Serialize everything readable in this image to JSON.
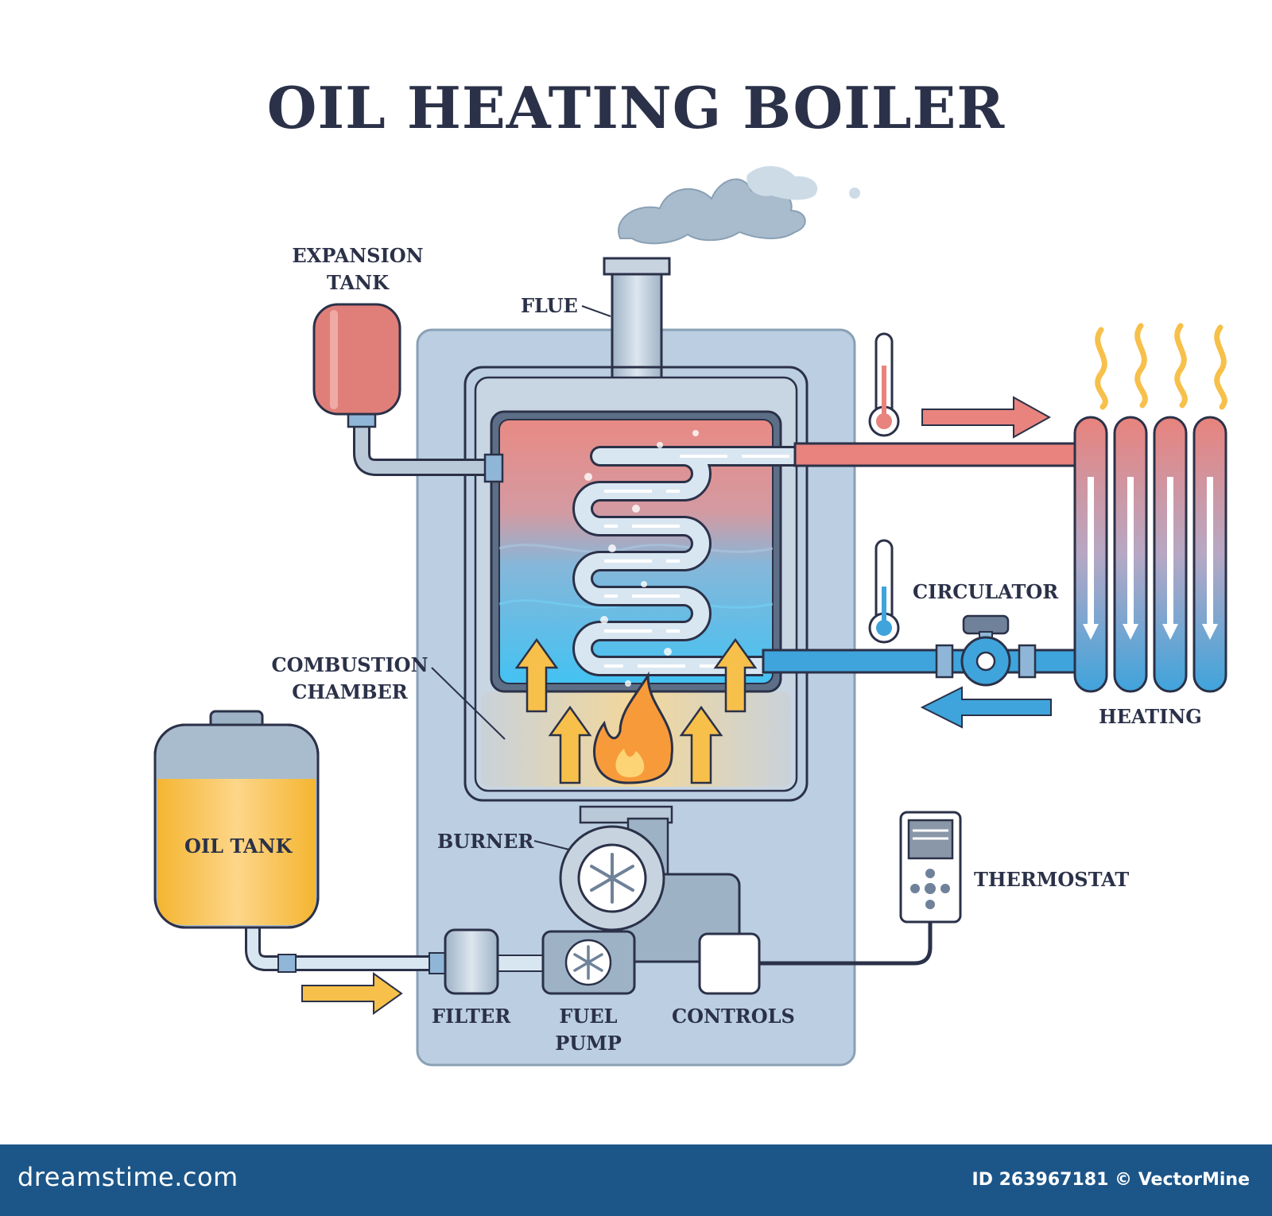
{
  "title": "OIL HEATING BOILER",
  "labels": {
    "expansion_tank_1": "EXPANSION",
    "expansion_tank_2": "TANK",
    "flue": "FLUE",
    "circulator": "CIRCULATOR",
    "combustion_chamber_1": "COMBUSTION",
    "combustion_chamber_2": "CHAMBER",
    "heating": "HEATING",
    "oil_tank": "OIL TANK",
    "burner": "BURNER",
    "thermostat": "THERMOSTAT",
    "filter": "FILTER",
    "fuel_pump_1": "FUEL",
    "fuel_pump_2": "PUMP",
    "controls": "CONTROLS"
  },
  "footer": {
    "brand": "dreamstime.com",
    "meta": "ID 263967181 © VectorMine"
  },
  "colors": {
    "hot": "#e8837d",
    "cold": "#3fa4dc",
    "oil": "#f7c04a",
    "body": "#bccfe2",
    "ink": "#2b3148",
    "footer": "#1c5689"
  }
}
